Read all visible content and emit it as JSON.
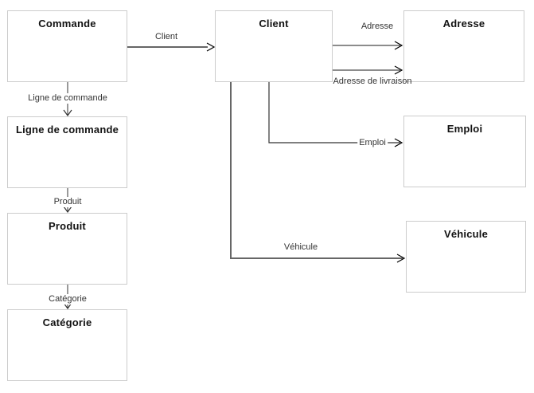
{
  "diagram": {
    "entities": [
      {
        "id": "commande",
        "label": "Commande"
      },
      {
        "id": "ligne-de-commande",
        "label": "Ligne de commande"
      },
      {
        "id": "produit",
        "label": "Produit"
      },
      {
        "id": "categorie",
        "label": "Catégorie"
      },
      {
        "id": "client",
        "label": "Client"
      },
      {
        "id": "adresse",
        "label": "Adresse"
      },
      {
        "id": "emploi",
        "label": "Emploi"
      },
      {
        "id": "vehicule",
        "label": "Véhicule"
      }
    ],
    "relations": [
      {
        "from": "Commande",
        "to": "Client",
        "label": "Client"
      },
      {
        "from": "Commande",
        "to": "Ligne de commande",
        "label": "Ligne de commande"
      },
      {
        "from": "Ligne de commande",
        "to": "Produit",
        "label": "Produit"
      },
      {
        "from": "Produit",
        "to": "Catégorie",
        "label": "Catégorie"
      },
      {
        "from": "Client",
        "to": "Adresse",
        "label": "Adresse"
      },
      {
        "from": "Client",
        "to": "Adresse",
        "label": "Adresse de livraison"
      },
      {
        "from": "Client",
        "to": "Emploi",
        "label": "Emploi"
      },
      {
        "from": "Client",
        "to": "Véhicule",
        "label": "Véhicule"
      }
    ],
    "colors": {
      "box_border": "#cccccc",
      "box_fill": "#ffffff",
      "title_text": "#111111",
      "thick_line": "#666666",
      "thin_line": "#333333",
      "arrowhead": "#000000",
      "label_text": "#333333",
      "background": "#ffffff"
    }
  }
}
